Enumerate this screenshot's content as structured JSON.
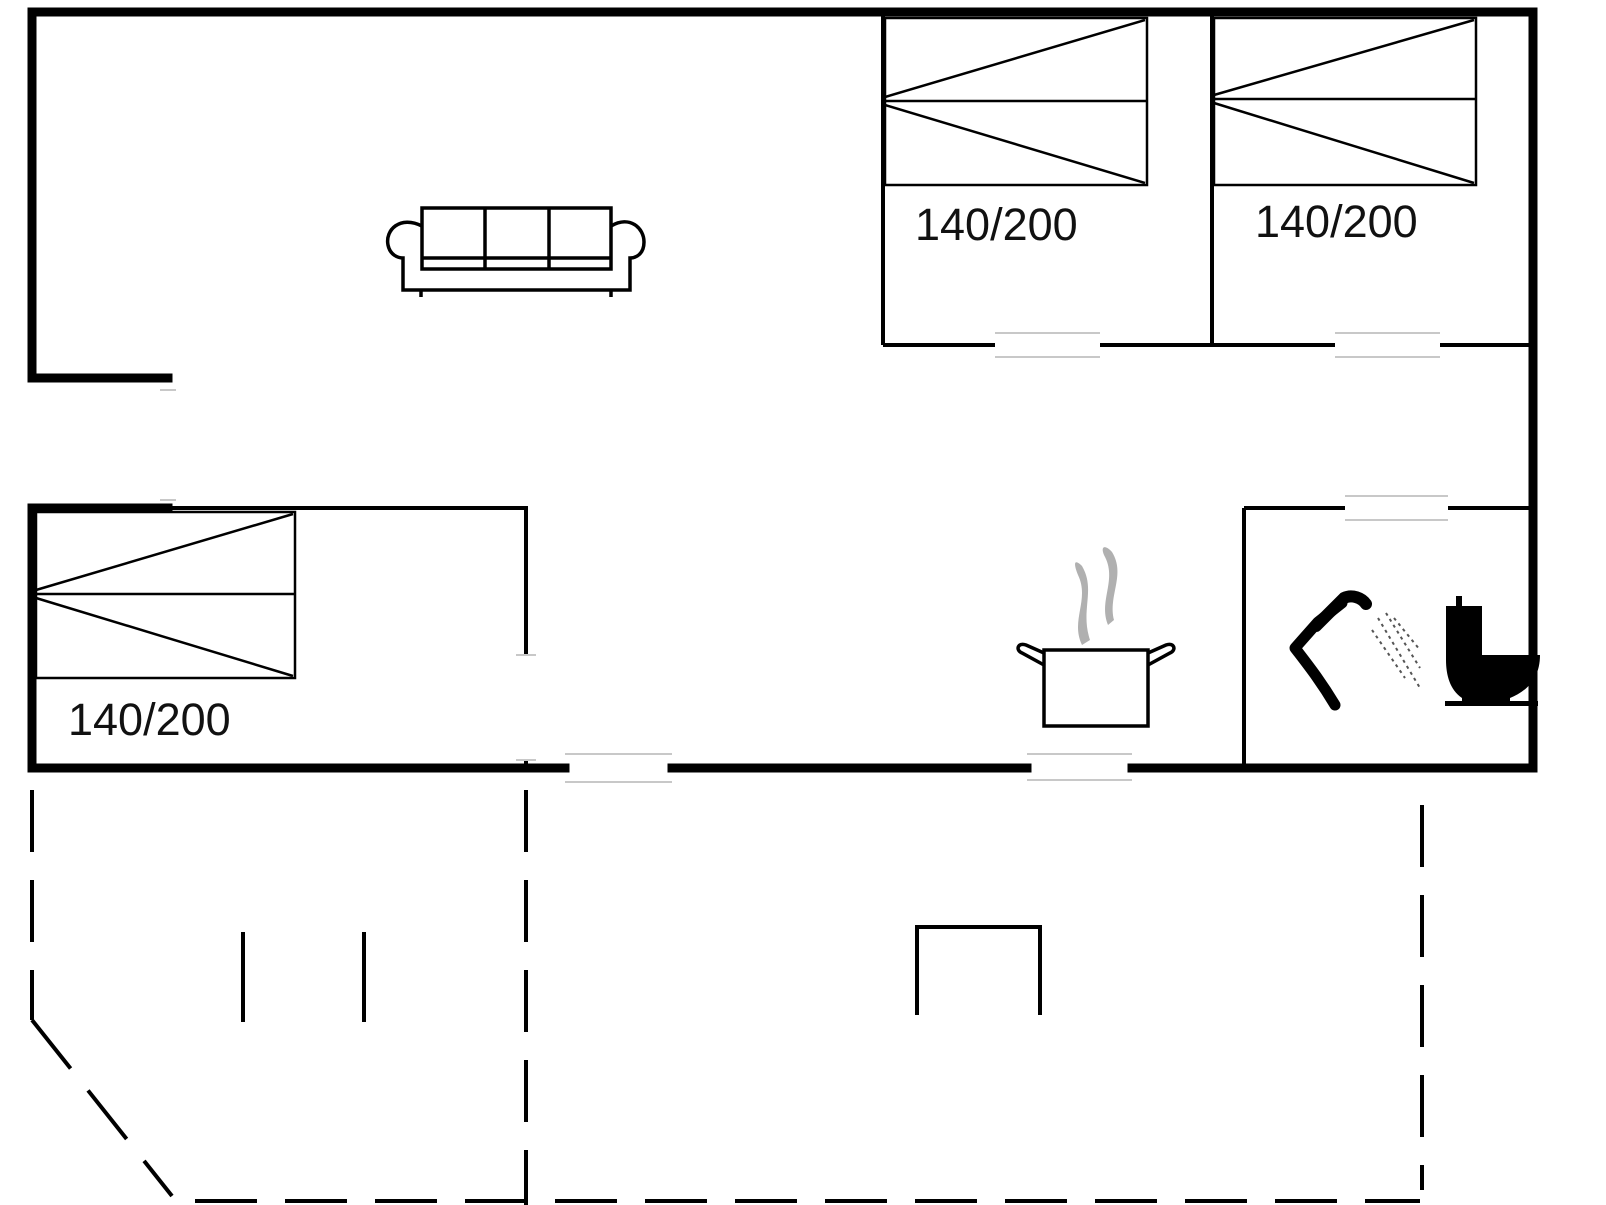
{
  "floorplan": {
    "beds": [
      {
        "label": "140/200"
      },
      {
        "label": "140/200"
      },
      {
        "label": "140/200"
      }
    ],
    "icons": [
      "sofa-icon",
      "cooking-pot-icon",
      "shower-icon",
      "toilet-icon"
    ],
    "colors": {
      "wall": "#000000",
      "door": "#c8c8c8",
      "steam": "#b0b0b0"
    }
  }
}
